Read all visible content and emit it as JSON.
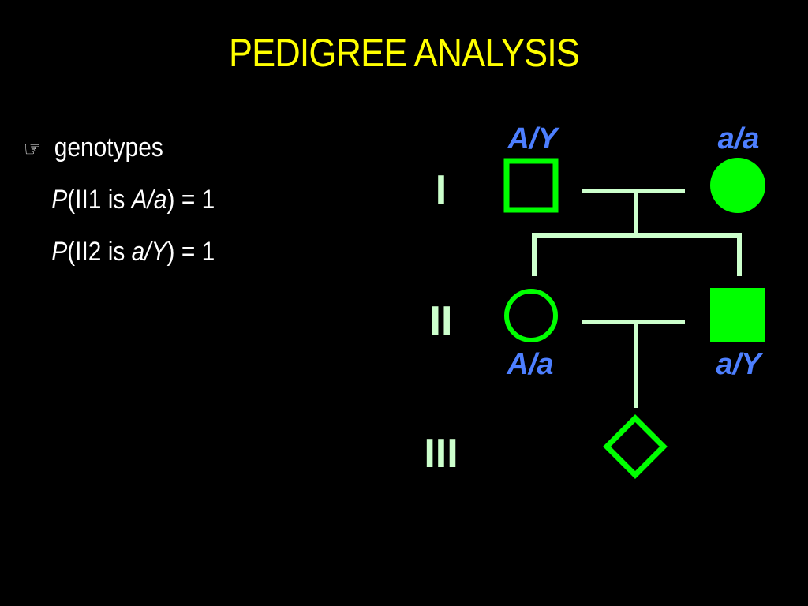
{
  "title": "PEDIGREE ANALYSIS",
  "bullet": {
    "icon": "pointing-hand-icon",
    "icon_glyph": "☞",
    "text": "genotypes"
  },
  "probabilities": [
    {
      "p": "P",
      "open": "(II1 is ",
      "genotype": "A/a",
      "close": ") = 1"
    },
    {
      "p": "P",
      "open": "(II2 is ",
      "genotype": "a/Y",
      "close": ") = 1"
    }
  ],
  "pedigree": {
    "generation_labels": [
      "I",
      "II",
      "III"
    ],
    "genotypes": {
      "I1": "A/Y",
      "I2": "a/a",
      "II1": "A/a",
      "II2": "a/Y"
    },
    "individuals": [
      {
        "id": "I1",
        "shape": "square",
        "affected": false
      },
      {
        "id": "I2",
        "shape": "circle",
        "affected": true
      },
      {
        "id": "II1",
        "shape": "circle",
        "affected": false
      },
      {
        "id": "II2",
        "shape": "square",
        "affected": true
      },
      {
        "id": "III1",
        "shape": "diamond",
        "affected": false
      }
    ]
  },
  "colors": {
    "background": "#000000",
    "title": "#ffff00",
    "text": "#ffffff",
    "symbol": "#00ff00",
    "lines": "#ccffcc",
    "genotype": "#4d7fff"
  }
}
